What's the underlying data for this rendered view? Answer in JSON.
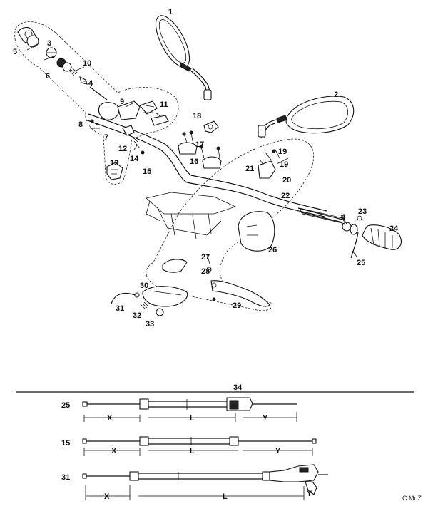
{
  "callouts": {
    "c1": "1",
    "c2": "2",
    "c3": "3",
    "c4a": "4",
    "c4b": "4",
    "c5": "5",
    "c6": "6",
    "c7": "7",
    "c8": "8",
    "c9": "9",
    "c10": "10",
    "c11": "11",
    "c12": "12",
    "c13": "13",
    "c14": "14",
    "c15": "15",
    "c16": "16",
    "c17": "17",
    "c18": "18",
    "c19a": "19",
    "c19b": "19",
    "c20": "20",
    "c21": "21",
    "c22": "22",
    "c23": "23",
    "c24": "24",
    "c25": "25",
    "c26": "26",
    "c27": "27",
    "c28": "28",
    "c29": "29",
    "c30": "30",
    "c31": "31",
    "c32": "32",
    "c33": "33"
  },
  "cables": {
    "number": "34",
    "rows": [
      {
        "part": "25",
        "x": "X",
        "l": "L",
        "y": "Y"
      },
      {
        "part": "15",
        "x": "X",
        "l": "L",
        "y": "Y"
      },
      {
        "part": "31",
        "x": "X",
        "l": "L",
        "y": "Y"
      }
    ]
  },
  "copyright": "C MuZ"
}
